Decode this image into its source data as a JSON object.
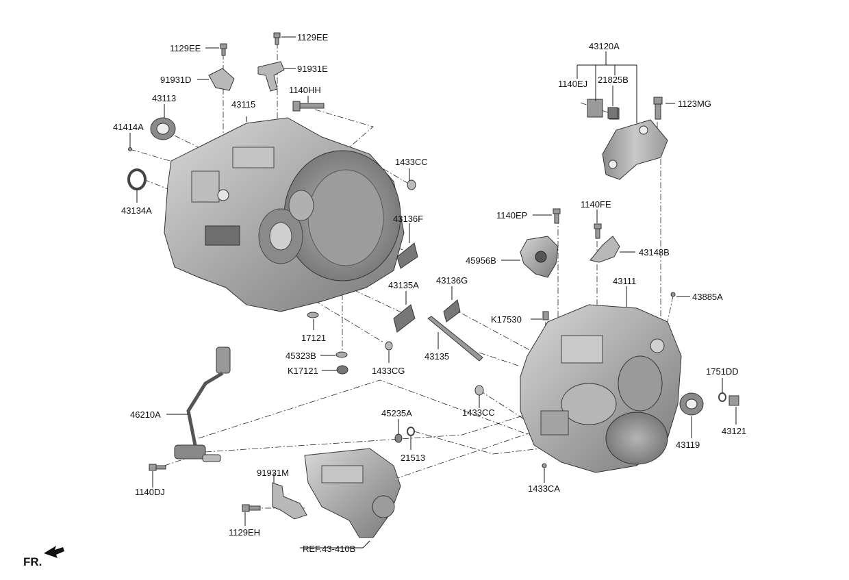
{
  "diagram": {
    "part_labels": [
      "1129EE",
      "1129EE",
      "91931D",
      "91931E",
      "43113",
      "1140HH",
      "43115",
      "41414A",
      "1433CC",
      "43134A",
      "43136F",
      "1140EP",
      "1140FE",
      "43120A",
      "1140EJ",
      "21825B",
      "1123MG",
      "45956B",
      "43148B",
      "43111",
      "43885A",
      "43135A",
      "43136G",
      "K17530",
      "17121",
      "45323B",
      "K17121",
      "1433CG",
      "43135",
      "1751DD",
      "1433CC",
      "43119",
      "43121",
      "46210A",
      "45235A",
      "21513",
      "1140DJ",
      "91931M",
      "1129EH",
      "1433CA"
    ],
    "reference_label": "REF.43-410B",
    "direction_label": "FR."
  }
}
